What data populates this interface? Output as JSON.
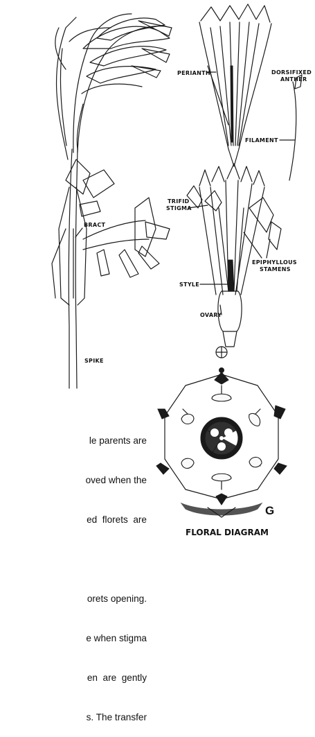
{
  "labels": {
    "perianth": "PERIANTH",
    "dorsifixed_1": "DORSIFIXED",
    "dorsifixed_2": "ANTHER",
    "filament": "FILAMENT",
    "trifid_1": "TRIFID",
    "trifid_2": "STIGMA",
    "epiphyllous_1": "EPIPHYLLOUS",
    "epiphyllous_2": "STAMENS",
    "style": "STYLE",
    "ovary": "OVARY",
    "bract": "BRACT",
    "spike": "SPIKE",
    "floral_diagram": "FLORAL DIAGRAM",
    "g_symbol": "G"
  },
  "paragraph": {
    "lines": [
      "le parents are",
      "oved when the",
      "ed  florets  are",
      "",
      "orets opening.",
      "e when stigma",
      "en  are  gently",
      "s. The transfer"
    ]
  },
  "colors": {
    "ink": "#1a1a1a",
    "background": "#ffffff"
  }
}
